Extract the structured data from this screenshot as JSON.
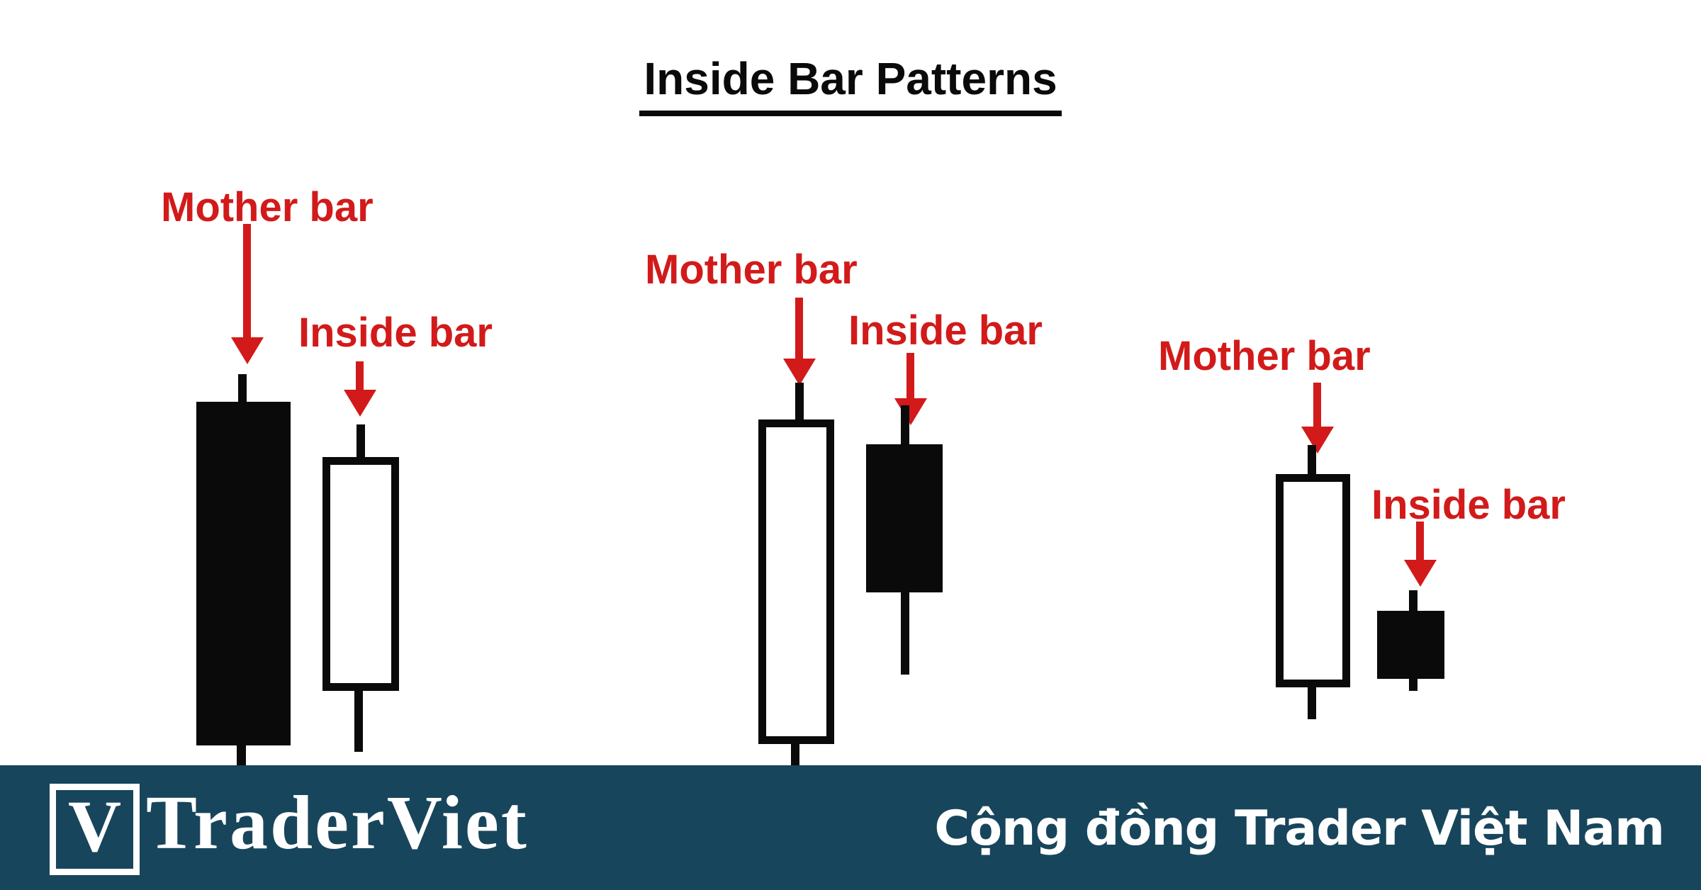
{
  "title": "Inside Bar Patterns",
  "groups": [
    {
      "mother_label": "Mother bar",
      "inside_label": "Inside bar",
      "mother_type": "filled-black",
      "inside_type": "hollow-white"
    },
    {
      "mother_label": "Mother bar",
      "inside_label": "Inside bar",
      "mother_type": "hollow-white",
      "inside_type": "filled-black"
    },
    {
      "mother_label": "Mother bar",
      "inside_label": "Inside bar",
      "mother_type": "hollow-white",
      "inside_type": "filled-black"
    }
  ],
  "footer": {
    "logo_letter": "V",
    "brand": "TraderViet",
    "tagline": "Cộng đồng Trader Việt Nam"
  },
  "colors": {
    "background": "#ffffff",
    "label_red": "#d21a1a",
    "candle_black": "#0a0a0a",
    "footer_bg": "#17455c",
    "footer_text": "#ffffff"
  }
}
